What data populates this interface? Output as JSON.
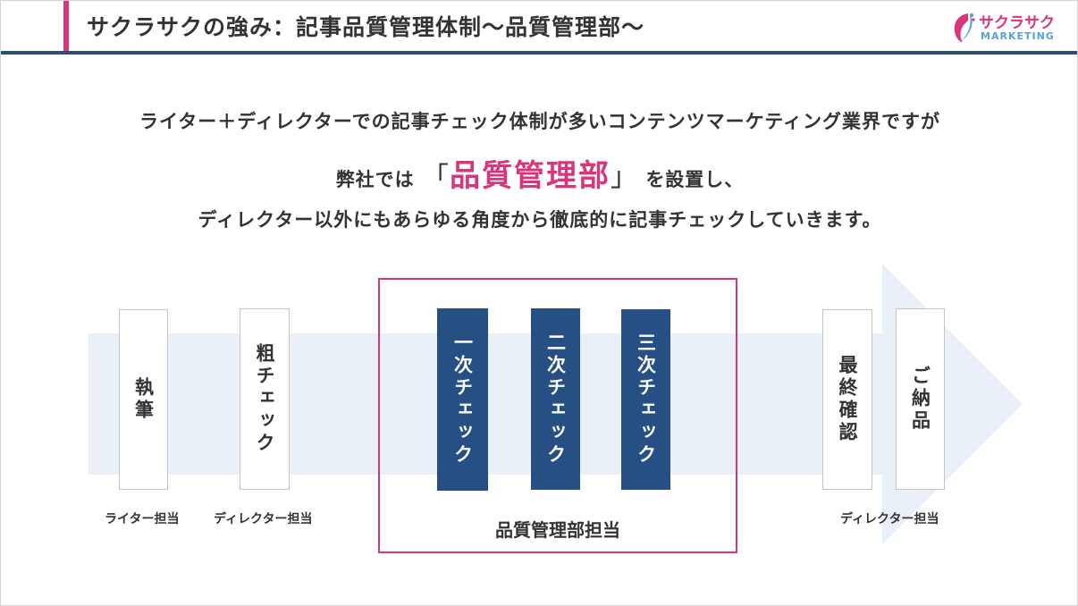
{
  "header": {
    "title": "サクラサクの強み：記事品質管理体制～品質管理部～"
  },
  "logo": {
    "name": "サクラサク",
    "sub": "MARKETING",
    "icon": "sakura-saku-logo-icon"
  },
  "message": {
    "line1": "ライター＋ディレクターでの記事チェック体制が多いコンテンツマーケティング業界ですが",
    "line2_prefix": "弊社では",
    "line2_open": "「",
    "line2_highlight": "品質管理部",
    "line2_close": "」",
    "line2_suffix": "を設置し、",
    "line3": "ディレクター以外にもあらゆる角度から徹底的に記事チェックしていきます。"
  },
  "flow": {
    "steps": [
      {
        "label": "執筆",
        "caption": "ライター担当"
      },
      {
        "label": "粗チェック",
        "caption": "ディレクター担当"
      },
      {
        "label": "一次チェック"
      },
      {
        "label": "二次チェック"
      },
      {
        "label": "三次チェック"
      },
      {
        "label": "最終確認",
        "caption": "ディレクター担当"
      },
      {
        "label": "ご納品"
      }
    ],
    "quality_group_label": "品質管理部担当"
  },
  "colors": {
    "accent": "#d8357a",
    "navy": "#264f84",
    "rule": "#2b4d7e",
    "arrow": "#e9f0f8",
    "logo_blue": "#5aa0d6"
  }
}
